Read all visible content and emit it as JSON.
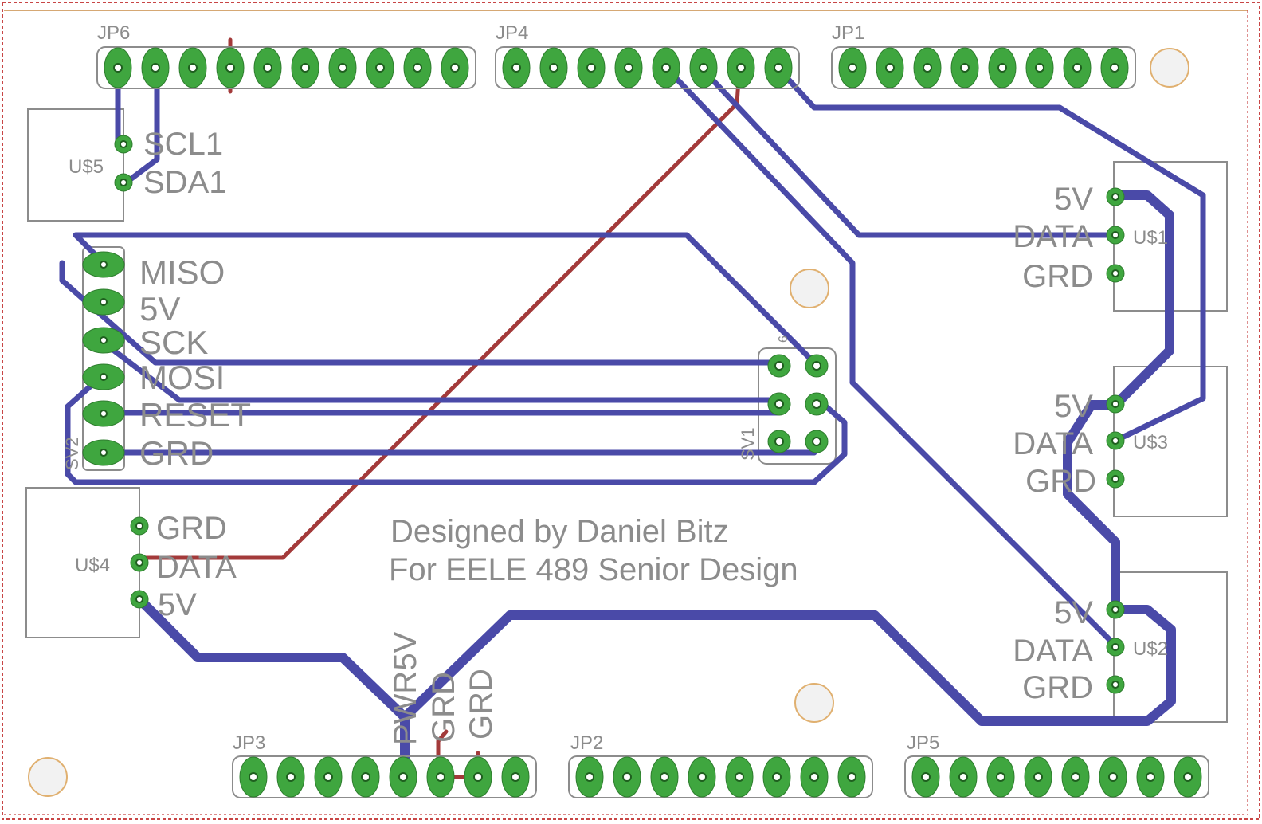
{
  "colors": {
    "background": "#ffffff",
    "silkscreen": "#8c8c8c",
    "pad": "#3fa63f",
    "top_trace": "#4a4aa8",
    "bottom_trace": "#a33a3a",
    "border": "#c88c46",
    "dimension": "#c84646"
  },
  "headers": {
    "jp6": "JP6",
    "jp4": "JP4",
    "jp1": "JP1",
    "jp3": "JP3",
    "jp2": "JP2",
    "jp5": "JP5"
  },
  "u5": {
    "name": "U$5",
    "scl": "SCL1",
    "sda": "SDA1"
  },
  "sv2": {
    "name": "SV2",
    "pins": [
      "MISO",
      "5V",
      "SCK",
      "MOSI",
      "RESET",
      "GRD"
    ]
  },
  "sv1": {
    "name": "SV1",
    "pin_number": "6"
  },
  "u4": {
    "name": "U$4",
    "grd": "GRD",
    "data": "DATA",
    "v5": "5V"
  },
  "u1": {
    "name": "U$1",
    "v5": "5V",
    "data": "DATA",
    "grd": "GRD"
  },
  "u3": {
    "name": "U$3",
    "v5": "5V",
    "data": "DATA",
    "grd": "GRD"
  },
  "u2": {
    "name": "U$2",
    "v5": "5V",
    "data": "DATA",
    "grd": "GRD"
  },
  "power_labels": {
    "pwr": "PWR5V",
    "grd1": "GRD",
    "grd2": "GRD"
  },
  "credits": {
    "line1": "Designed by Daniel Bitz",
    "line2": "For EELE 489 Senior Design"
  }
}
